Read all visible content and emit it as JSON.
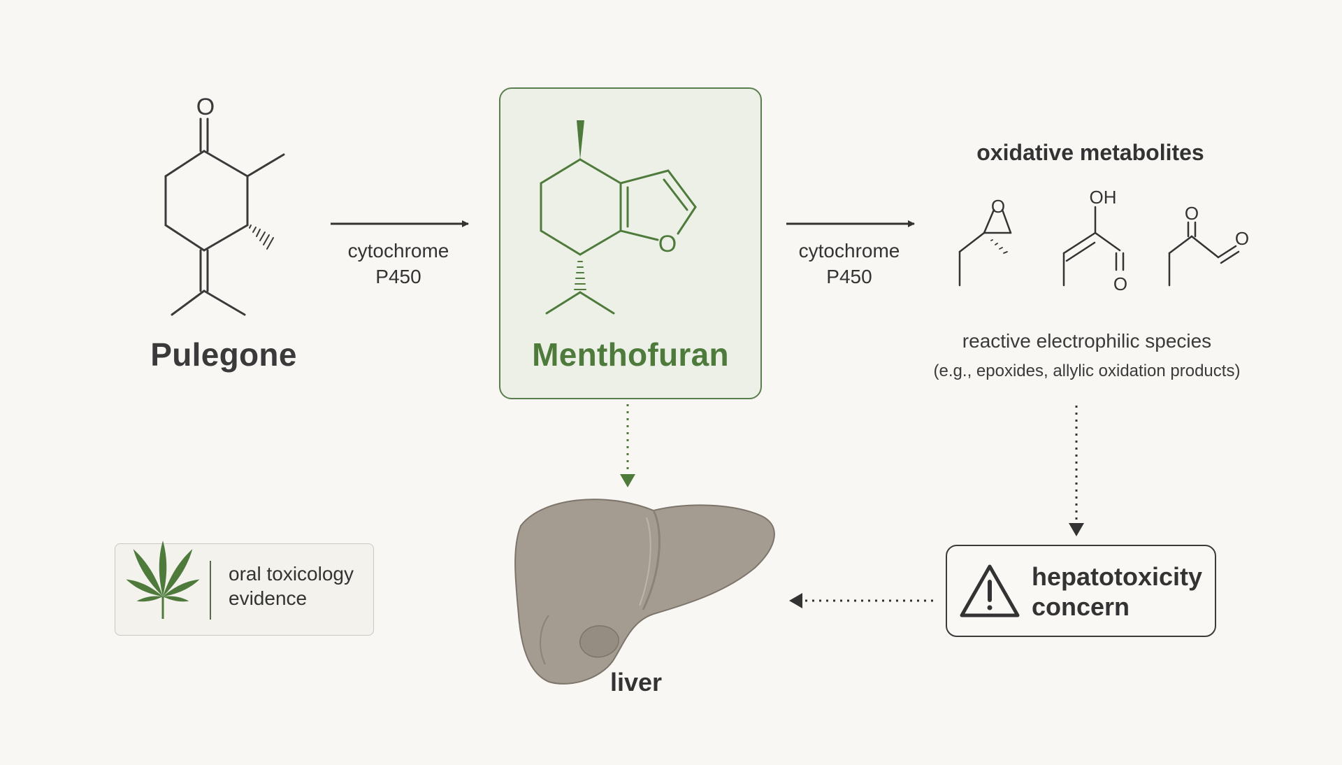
{
  "compounds": {
    "pulegone": {
      "name": "Pulegone"
    },
    "menthofuran": {
      "name": "Menthofuran",
      "oxygen_label": "O"
    },
    "pulegone_oxygen_label": "O"
  },
  "steps": {
    "step1": {
      "line1": "cytochrome",
      "line2": "P450"
    },
    "step2": {
      "line1": "cytochrome",
      "line2": "P450"
    }
  },
  "metabolites": {
    "heading": "oxidative metabolites",
    "description": "reactive electrophilic species",
    "examples": "(e.g., epoxides, allylic oxidation products)",
    "labels": {
      "epoxide_o": "O",
      "enol_oh": "OH",
      "enol_o": "O",
      "dicarbonyl_o1": "O",
      "dicarbonyl_o2": "O"
    }
  },
  "organ": {
    "label": "liver"
  },
  "outcome": {
    "line1": "hepatotoxicity",
    "line2": "concern"
  },
  "evidence": {
    "line1": "oral toxicology",
    "line2": "evidence"
  },
  "colors": {
    "accent_green": "#4e7a3c",
    "box_border_green": "#5a7d4d",
    "box_fill_green": "#ecf0e6",
    "line_dark": "#333333",
    "liver_fill": "#a49c91",
    "background": "#f8f7f3"
  },
  "icons": [
    "warning-triangle-icon",
    "cannabis-leaf-icon",
    "liver-icon"
  ]
}
